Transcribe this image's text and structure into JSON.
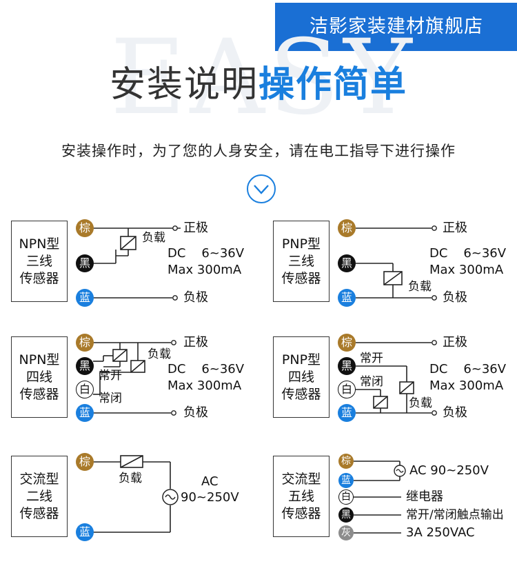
{
  "banner": "洁影家装建材旗舰店",
  "watermark": "EASY",
  "title": {
    "part1": "安装说明",
    "part2": "操作简单"
  },
  "subtitle": "安装操作时，为了您的人身安全，请在电工指导下进行操作",
  "colors": {
    "brown": "#a97a2a",
    "black": "#111111",
    "blue": "#1a7fde",
    "white": "#ffffff",
    "gray": "#8c8c8c",
    "banner": "#1a6fd4"
  },
  "wire_colors": {
    "brown": "棕",
    "black": "黑",
    "blue": "蓝",
    "white": "白",
    "gray": "灰"
  },
  "diagrams": {
    "npn3": {
      "sensor": [
        "NPN型",
        "三线",
        "传感器"
      ],
      "load": "负载",
      "pos": "正极",
      "neg": "负极",
      "dc": "DC    6~36V",
      "max": "Max 300mA"
    },
    "pnp3": {
      "sensor": [
        "PNP型",
        "三线",
        "传感器"
      ],
      "load": "负载",
      "pos": "正极",
      "neg": "负极",
      "dc": "DC    6~36V",
      "max": "Max 300mA"
    },
    "npn4": {
      "sensor": [
        "NPN型",
        "四线",
        "传感器"
      ],
      "load": "负载",
      "pos": "正极",
      "neg": "负极",
      "no": "常开",
      "nc": "常闭",
      "dc": "DC    6~36V",
      "max": "Max 300mA"
    },
    "pnp4": {
      "sensor": [
        "PNP型",
        "四线",
        "传感器"
      ],
      "load": "负载",
      "pos": "正极",
      "neg": "负极",
      "no": "常开",
      "nc": "常闭",
      "dc": "DC    6~36V",
      "max": "Max 300mA"
    },
    "ac2": {
      "sensor": [
        "交流型",
        "二线",
        "传感器"
      ],
      "load": "负载",
      "ac": "AC",
      "range": "90~250V"
    },
    "ac5": {
      "sensor": [
        "交流型",
        "五线",
        "传感器"
      ],
      "ac": "AC 90~250V",
      "relay": "继电器",
      "contacts": "常开/常闭触点输出",
      "rating": "3A 250VAC"
    }
  }
}
